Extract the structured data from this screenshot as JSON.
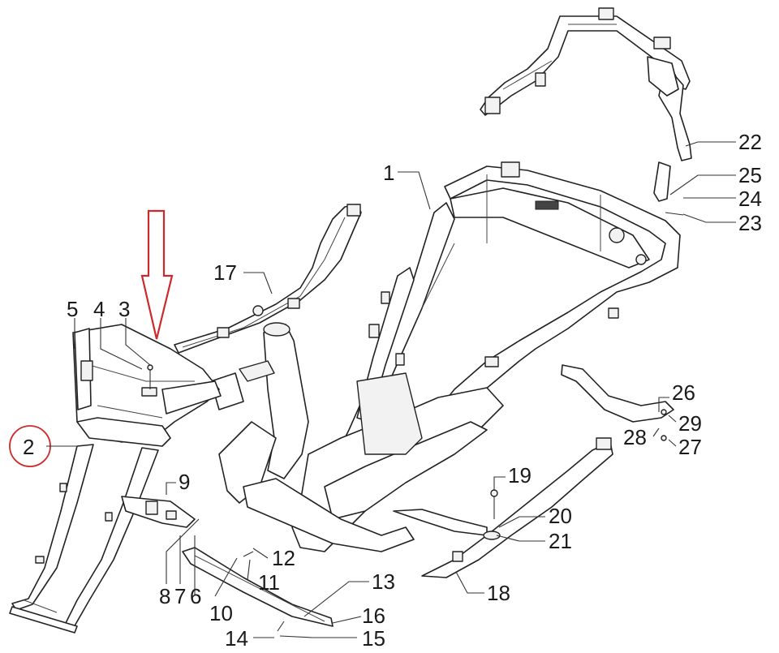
{
  "colors": {
    "highlight_red": "#cc2a2a",
    "line": "#222222",
    "background": "#ffffff"
  },
  "callouts": {
    "c1": "1",
    "c2": "2",
    "c3": "3",
    "c4": "4",
    "c5": "5",
    "c6": "6",
    "c7": "7",
    "c8": "8",
    "c9": "9",
    "c10": "10",
    "c11": "11",
    "c12": "12",
    "c13": "13",
    "c14": "14",
    "c15": "15",
    "c16": "16",
    "c17": "17",
    "c18": "18",
    "c19": "19",
    "c20": "20",
    "c21": "21",
    "c22": "22",
    "c23": "23",
    "c24": "24",
    "c25": "25",
    "c26": "26",
    "c27": "27",
    "c28": "28",
    "c29": "29"
  },
  "highlight": {
    "circled_part": "2",
    "arrow_marker": "down-arrow-icon"
  }
}
